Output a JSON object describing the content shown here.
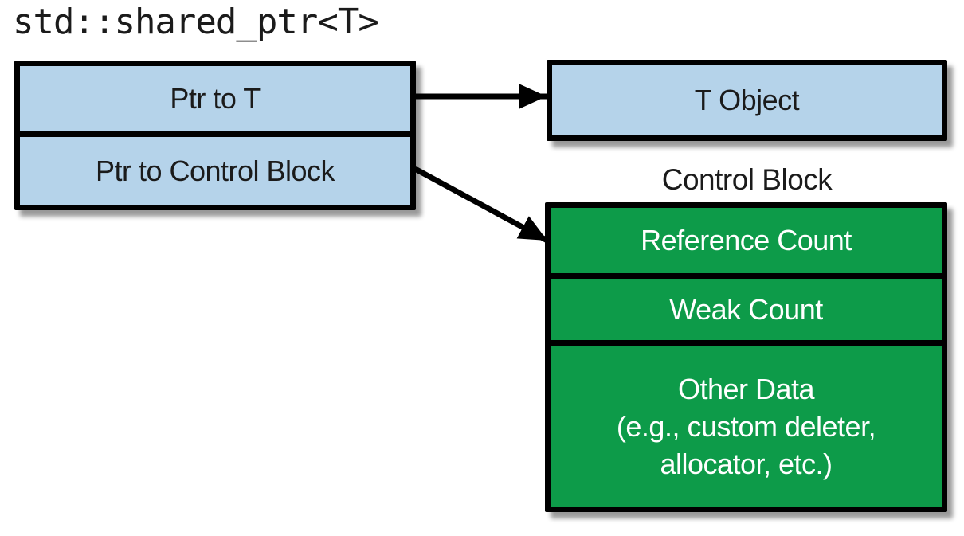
{
  "title": "std::shared_ptr<T>",
  "colors": {
    "box_blue": "#B5D3EA",
    "box_green": "#0D9B49",
    "border_black": "#000000",
    "text_dark": "#1B1B1B",
    "text_white": "#FFFFFF"
  },
  "shared_ptr_box": {
    "rows": [
      {
        "label": "Ptr to T"
      },
      {
        "label": "Ptr to Control Block"
      }
    ]
  },
  "t_object_box": {
    "label": "T Object"
  },
  "control_block": {
    "title": "Control Block",
    "rows": [
      {
        "label": "Reference Count"
      },
      {
        "label": "Weak Count"
      },
      {
        "label_lines": [
          "Other Data",
          "(e.g., custom deleter,",
          "allocator, etc.)"
        ]
      }
    ]
  },
  "arrows": [
    {
      "name": "ptr-to-t-arrow",
      "from": "Ptr to T",
      "to": "T Object"
    },
    {
      "name": "ptr-to-control-block-arrow",
      "from": "Ptr to Control Block",
      "to": "Control Block"
    }
  ]
}
